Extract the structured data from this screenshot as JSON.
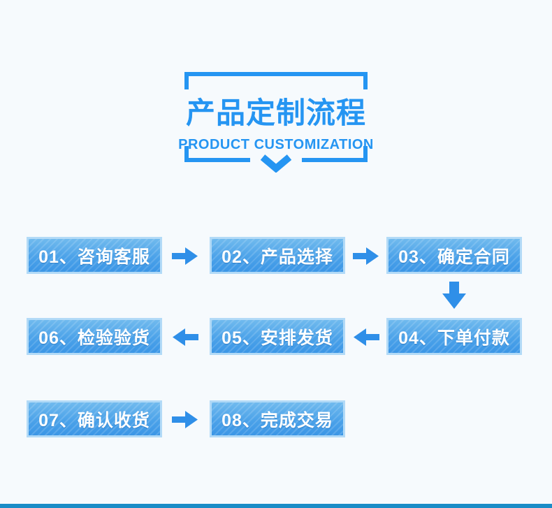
{
  "colors": {
    "background": "#f6fafd",
    "accent_blue": "#2595f2",
    "box_border": "#b2daf7",
    "box_gradient_top": "#70baee",
    "box_gradient_bottom": "#3b96e6",
    "box_text": "#ffffff",
    "arrow_blue": "#2f8fe8",
    "bottom_bar": "#1a8cc7"
  },
  "header": {
    "title": "产品定制流程",
    "subtitle": "PRODUCT CUSTOMIZATION"
  },
  "flow": {
    "steps": [
      {
        "id": "01",
        "text": "01、咨询客服"
      },
      {
        "id": "02",
        "text": "02、产品选择"
      },
      {
        "id": "03",
        "text": "03、确定合同"
      },
      {
        "id": "04",
        "text": "04、下单付款"
      },
      {
        "id": "05",
        "text": "05、安排发货"
      },
      {
        "id": "06",
        "text": "06、检验验货"
      },
      {
        "id": "07",
        "text": "07、确认收货"
      },
      {
        "id": "08",
        "text": "08、完成交易"
      }
    ],
    "arrows": [
      {
        "from": "01",
        "to": "02",
        "direction": "right"
      },
      {
        "from": "02",
        "to": "03",
        "direction": "right"
      },
      {
        "from": "03",
        "to": "04",
        "direction": "down"
      },
      {
        "from": "04",
        "to": "05",
        "direction": "left"
      },
      {
        "from": "05",
        "to": "06",
        "direction": "left"
      },
      {
        "from": "07",
        "to": "08",
        "direction": "right"
      }
    ]
  }
}
